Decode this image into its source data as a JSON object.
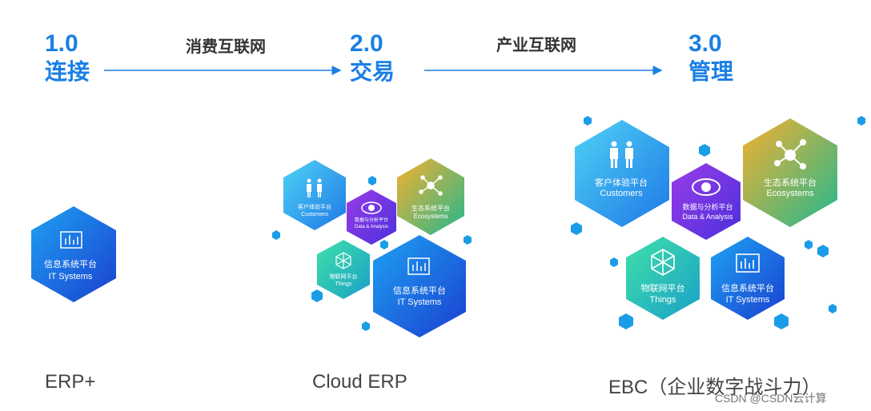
{
  "stages": [
    {
      "number": "1.0",
      "name": "连接",
      "caption": "ERP+"
    },
    {
      "number": "2.0",
      "name": "交易",
      "caption": "Cloud ERP"
    },
    {
      "number": "3.0",
      "name": "管理",
      "caption": "EBC（企业数字战斗力）"
    }
  ],
  "arrows": [
    {
      "label": "消费互联网"
    },
    {
      "label": "产业互联网"
    }
  ],
  "platforms": {
    "it": {
      "cn": "信息系统平台",
      "en": "IT Systems"
    },
    "customers": {
      "cn": "客户体验平台",
      "en": "Customers"
    },
    "data": {
      "cn": "数据与分析平台",
      "en": "Data & Analysis"
    },
    "eco": {
      "cn": "生态系统平台",
      "en": "Ecosystems"
    },
    "things": {
      "cn": "物联网平台",
      "en": "Things"
    }
  },
  "watermark": "CSDN @CSDN云计算",
  "colors": {
    "accent": "#1a7fe6",
    "it": [
      "#1e8ff0",
      "#1a3fd0"
    ],
    "customers": [
      "#3ec4f0",
      "#1e7fe6"
    ],
    "data": [
      "#8a2be2",
      "#5b2ce0"
    ],
    "eco": [
      "#f4b23a",
      "#2ab88a"
    ],
    "things": [
      "#2fd0a8",
      "#1fa8c8"
    ]
  }
}
